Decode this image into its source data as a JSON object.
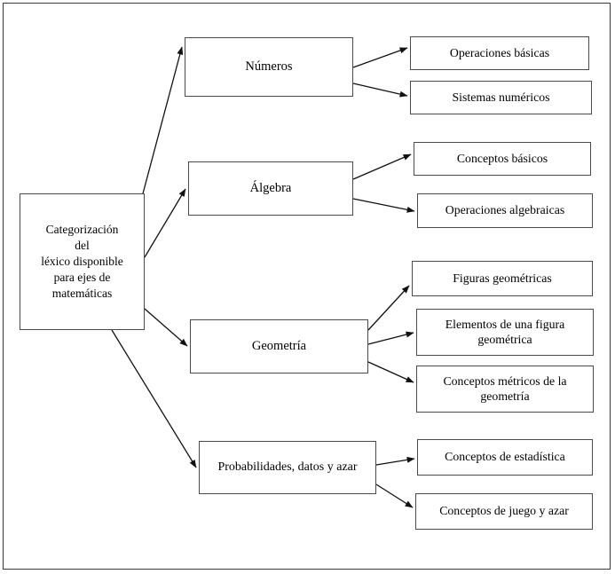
{
  "diagram": {
    "title_text": "Categorización\ndel\nléxico disponible\npara ejes de\nmatemáticas",
    "colors": {
      "frame_border": "#3a3a3a",
      "node_border": "#4a4a4a",
      "edge": "#1a1a1a",
      "background": "#ffffff",
      "text": "#000000"
    },
    "root": {
      "label": "Categorización del léxico disponible para ejes de matemáticas",
      "lines": [
        "Categorización",
        "del",
        "léxico disponible",
        "para ejes de",
        "matemáticas"
      ]
    },
    "branches": [
      {
        "id": "numeros",
        "label": "Números",
        "children": [
          {
            "id": "operaciones-basicas",
            "label": "Operaciones básicas"
          },
          {
            "id": "sistemas-numericos",
            "label": "Sistemas numéricos"
          }
        ]
      },
      {
        "id": "algebra",
        "label": "Álgebra",
        "children": [
          {
            "id": "conceptos-basicos",
            "label": "Conceptos básicos"
          },
          {
            "id": "operaciones-algebraicas",
            "label": "Operaciones algebraicas"
          }
        ]
      },
      {
        "id": "geometria",
        "label": "Geometría",
        "children": [
          {
            "id": "figuras-geometricas",
            "label": "Figuras geométricas"
          },
          {
            "id": "elementos-figura",
            "label": "Elementos de una figura geométrica"
          },
          {
            "id": "conceptos-metricos",
            "label": "Conceptos métricos de la geometría"
          }
        ]
      },
      {
        "id": "probabilidades",
        "label": "Probabilidades, datos y azar",
        "children": [
          {
            "id": "conceptos-estadistica",
            "label": "Conceptos de estadística"
          },
          {
            "id": "conceptos-juego",
            "label": "Conceptos de juego y azar"
          }
        ]
      }
    ]
  }
}
